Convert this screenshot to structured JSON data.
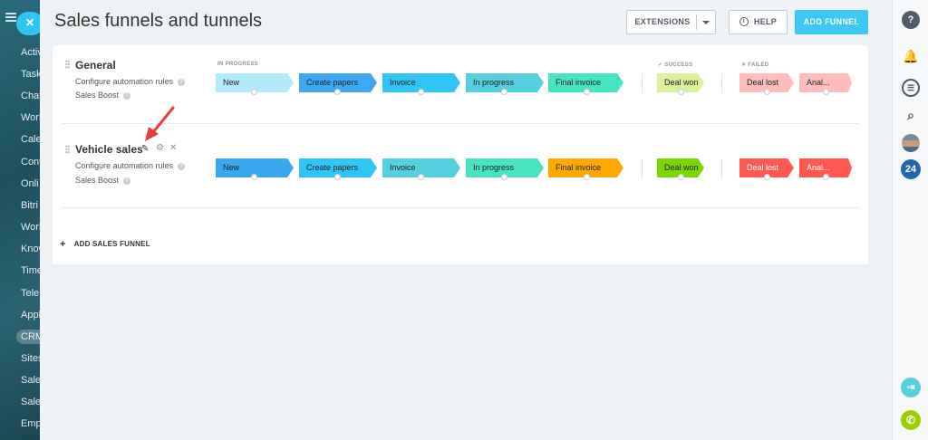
{
  "sidebar": {
    "items": [
      "Activ",
      "Task",
      "Chat",
      "Work",
      "Cale",
      "Cont",
      "Onli",
      "Bitri",
      "Work",
      "Know",
      "Time",
      "Tele",
      "Appl",
      "CRM",
      "Sites",
      "Sale",
      "Sale",
      "Emp"
    ],
    "active_index": 13
  },
  "header": {
    "title": "Sales funnels and tunnels",
    "extensions_label": "EXTENSIONS",
    "help_label": "HELP",
    "add_funnel_label": "ADD FUNNEL"
  },
  "sections": {
    "in_progress": "IN PROGRESS",
    "success": "SUCCESS",
    "failed": "FAILED"
  },
  "funnels": [
    {
      "name": "General",
      "automation_label": "Configure automation rules",
      "boost_label": "Sales Boost",
      "stages": [
        {
          "label": "New",
          "color": "#b1eafa"
        },
        {
          "label": "Create papers",
          "color": "#3fa8f4"
        },
        {
          "label": "Invoice",
          "color": "#2fc6f6"
        },
        {
          "label": "In progress",
          "color": "#55d0e0"
        },
        {
          "label": "Final invoice",
          "color": "#47e4c2"
        }
      ],
      "success": {
        "label": "Deal won",
        "color": "#dbf199"
      },
      "failed": [
        {
          "label": "Deal lost",
          "color": "#ffbdbd"
        },
        {
          "label": "Anal...",
          "color": "#ffbdbd"
        }
      ]
    },
    {
      "name": "Vehicle sales",
      "automation_label": "Configure automation rules",
      "boost_label": "Sales Boost",
      "stages": [
        {
          "label": "New",
          "color": "#39a8ef"
        },
        {
          "label": "Create papers",
          "color": "#2fc6f6"
        },
        {
          "label": "Invoice",
          "color": "#55d0e0"
        },
        {
          "label": "In progress",
          "color": "#47e4c2"
        },
        {
          "label": "Final invoice",
          "color": "#ffa900"
        }
      ],
      "success": {
        "label": "Deal won",
        "color": "#7bd500"
      },
      "failed": [
        {
          "label": "Deal lost",
          "color": "#ff5752"
        },
        {
          "label": "Anal...",
          "color": "#ff5752"
        }
      ]
    }
  ],
  "add_sales_funnel_label": "ADD SALES FUNNEL",
  "right_panel": {
    "counter_label": "24"
  }
}
